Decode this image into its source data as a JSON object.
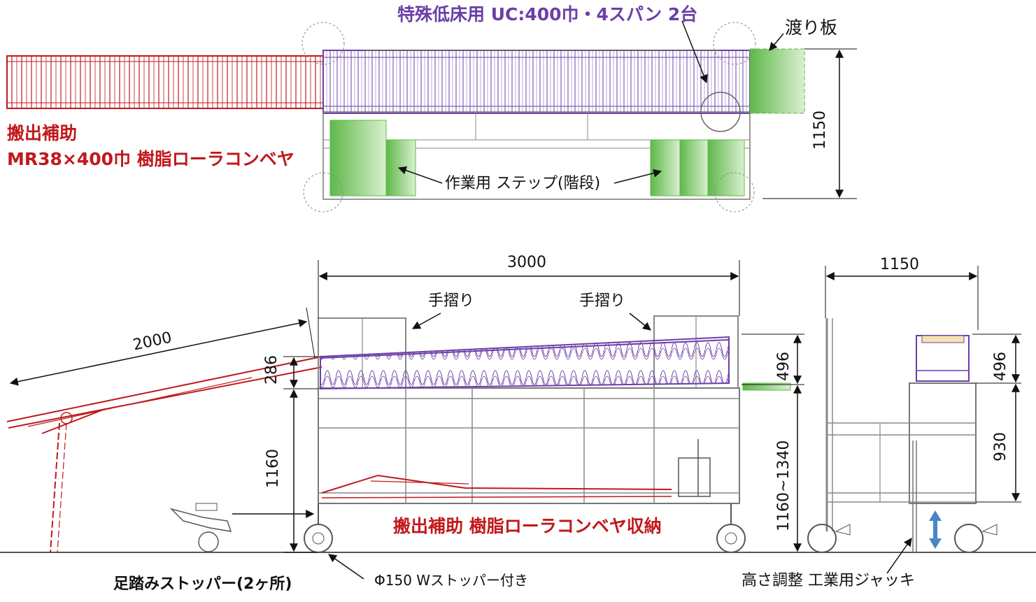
{
  "labels": {
    "uc_title": "特殊低床用 UC:400巾・4スパン 2台",
    "bridge_plate": "渡り板",
    "assist_title": "搬出補助",
    "assist_spec": "MR38×400巾 樹脂ローラコンベヤ",
    "work_step": "作業用 ステップ(階段)",
    "handrail_1": "手摺り",
    "handrail_2": "手摺り",
    "storage": "搬出補助 樹脂ローラコンベヤ収納",
    "foot_stopper": "足踏みストッパー(2ヶ所)",
    "caster": "Φ150 Wストッパー付き",
    "jack": "高さ調整 工業用ジャッキ"
  },
  "dimensions": {
    "top_depth": "1150",
    "length": "3000",
    "conveyor_length": "2000",
    "rise": "286",
    "frame_height": "1160",
    "range_height": "1160~1340",
    "conv_height_side": "496",
    "side_width": "1150",
    "conv_height_end": "496",
    "frame_height_end": "930"
  },
  "colors": {
    "red": "#c0191c",
    "purple": "#6b3fa8",
    "green": "#5fb84a",
    "gray": "#7a7a7a",
    "jack_arrow": "#4a86c6"
  }
}
